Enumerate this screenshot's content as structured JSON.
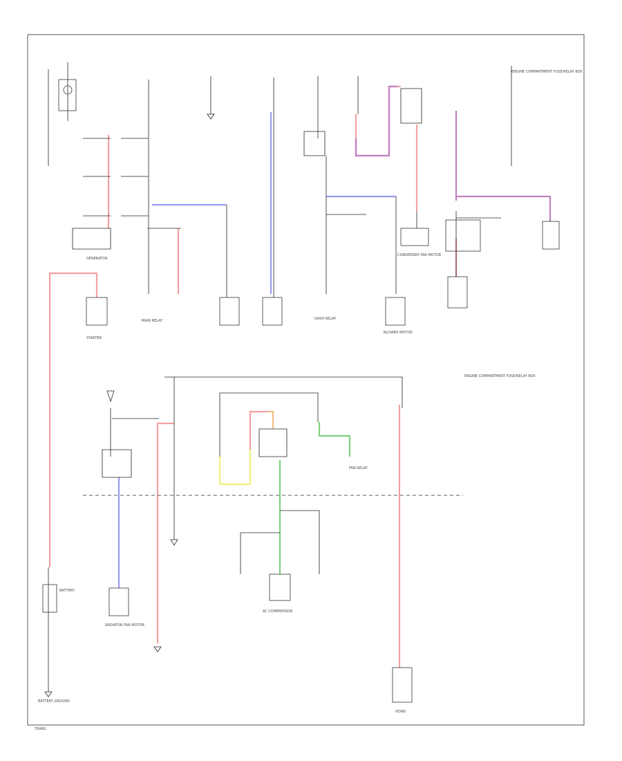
{
  "colors": {
    "wire": "#222222",
    "red_circuit": "#f4a0a0",
    "blue_circuit": "#9a9af0",
    "violet_circuit": "#c080c0",
    "green_circuit": "#80d080",
    "yellow_circuit": "#f0f080",
    "orange_circuit": "#f0c080"
  },
  "labels": {
    "generator": "GENERATOR",
    "starter": "STARTER",
    "battery": "BATTERY",
    "blower_motor": "BLOWER MOTOR",
    "ac_compressor": "AC COMPRESSOR",
    "radiator_fan_motor": "RADIATOR FAN MOTOR",
    "condenser_fan_motor": "CONDENSER FAN MOTOR",
    "horn": "HORN",
    "main_relay": "MAIN RELAY",
    "dash_relay": "DASH RELAY",
    "fan_relay": "FAN RELAY",
    "engine_compartment_fuse_box_top": "ENGINE COMPARTMENT FUSE/RELAY BOX",
    "engine_compartment_fuse_box_bottom": "ENGINE COMPARTMENT FUSE/RELAY BOX",
    "battery_ground": "BATTERY GROUND",
    "page_code": "TRANS"
  }
}
